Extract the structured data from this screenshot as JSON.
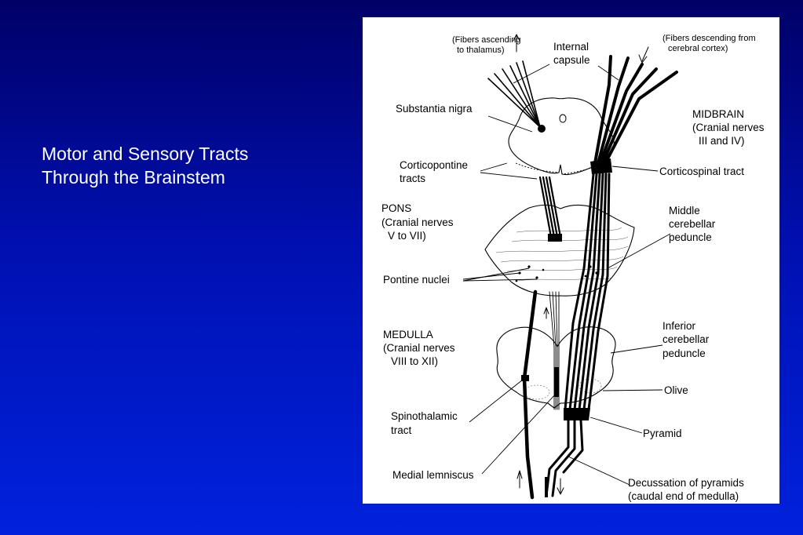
{
  "slide": {
    "title_line1": "Motor and Sensory Tracts",
    "title_line2": "Through the Brainstem"
  },
  "diagram": {
    "labels": {
      "fibers_ascending_1": "(Fibers ascending",
      "fibers_ascending_2": "to thalamus)",
      "internal_capsule_1": "Internal",
      "internal_capsule_2": "capsule",
      "fibers_descending_1": "(Fibers descending from",
      "fibers_descending_2": "cerebral cortex)",
      "substantia_nigra": "Substantia nigra",
      "midbrain_1": "MIDBRAIN",
      "midbrain_2": "(Cranial nerves",
      "midbrain_3": "III and IV)",
      "corticopontine_1": "Corticopontine",
      "corticopontine_2": "tracts",
      "corticospinal": "Corticospinal tract",
      "pons_1": "PONS",
      "pons_2": "(Cranial nerves",
      "pons_3": "V to VII)",
      "middle_cerebellar_1": "Middle",
      "middle_cerebellar_2": "cerebellar",
      "middle_cerebellar_3": "peduncle",
      "pontine_nuclei": "Pontine nuclei",
      "medulla_1": "MEDULLA",
      "medulla_2": "(Cranial nerves",
      "medulla_3": "VIII to XII)",
      "inferior_cerebellar_1": "Inferior",
      "inferior_cerebellar_2": "cerebellar",
      "inferior_cerebellar_3": "peduncle",
      "olive": "Olive",
      "spinothalamic_1": "Spinothalamic",
      "spinothalamic_2": "tract",
      "pyramid": "Pyramid",
      "medial_lemniscus": "Medial lemniscus",
      "decussation_1": "Decussation of pyramids",
      "decussation_2": "(caudal end of medulla)"
    }
  }
}
